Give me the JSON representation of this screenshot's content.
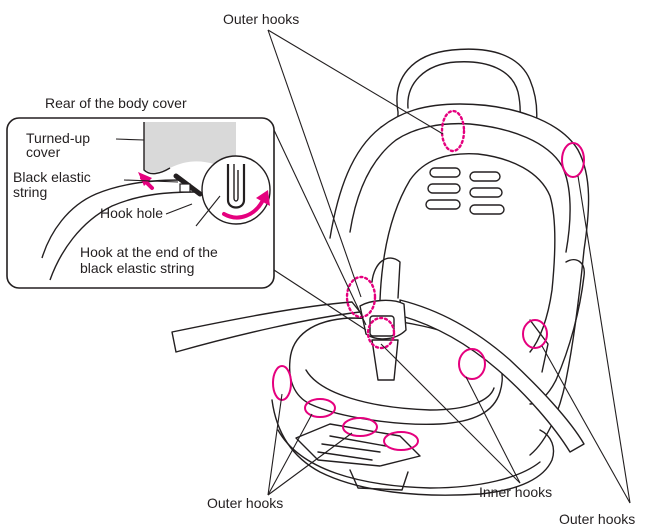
{
  "colors": {
    "hook_marker": "#e5007e",
    "line": "#231f20",
    "cover_fill": "#d9d9d9"
  },
  "labels": {
    "outer_hooks_top": "Outer hooks",
    "rear_title": "Rear of the body cover",
    "turned_up_1": "Turned-up",
    "turned_up_2": "cover",
    "black_elastic_1": "Black elastic",
    "black_elastic_2": "string",
    "hook_hole": "Hook hole",
    "hook_end_1": "Hook at the end of the",
    "hook_end_2": "black elastic string",
    "outer_hooks_bottom_left": "Outer hooks",
    "inner_hooks": "Inner hooks",
    "outer_hooks_bottom_right": "Outer hooks"
  }
}
